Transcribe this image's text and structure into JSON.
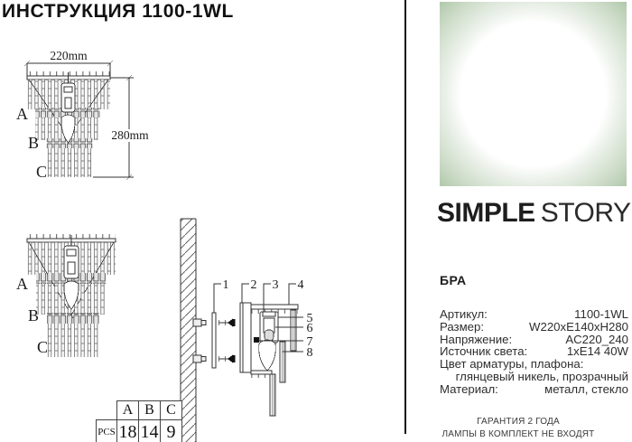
{
  "title": "ИНСТРУКЦИЯ 1100-1WL",
  "front_view": {
    "width_dim": "220mm",
    "height_dim": "280mm",
    "tiers": [
      "A",
      "B",
      "C"
    ]
  },
  "assembled_view": {
    "tiers": [
      "A",
      "B",
      "C"
    ]
  },
  "mounting": {
    "part_numbers": [
      "1",
      "2",
      "3",
      "4",
      "5",
      "6",
      "7",
      "8"
    ]
  },
  "parts_table": {
    "columns": [
      "A",
      "B",
      "C"
    ],
    "row_label": "PCS",
    "values": [
      "18",
      "14",
      "9"
    ]
  },
  "brand": {
    "primary": "SIMPLE",
    "secondary": "STORY"
  },
  "product": {
    "type": "БРА",
    "specs": [
      {
        "label": "Артикул:",
        "value": "1100-1WL"
      },
      {
        "label": "Размер:",
        "value": "W220xE140xH280"
      },
      {
        "label": "Напряжение:",
        "value": "AC220_240"
      },
      {
        "label": "Источник света:",
        "value": "1xE14 40W"
      },
      {
        "label": "Цвет арматуры, плафона:",
        "value": "глянцевый никель, прозрачный"
      },
      {
        "label": "Материал:",
        "value": "металл, стекло"
      }
    ],
    "footer_lines": [
      "ГАРАНТИЯ 2 ГОДА",
      "ЛАМПЫ В КОМПЛЕКТ НЕ ВХОДЯТ"
    ]
  },
  "colors": {
    "accent_green": "#abc4a5",
    "line": "#333333"
  }
}
